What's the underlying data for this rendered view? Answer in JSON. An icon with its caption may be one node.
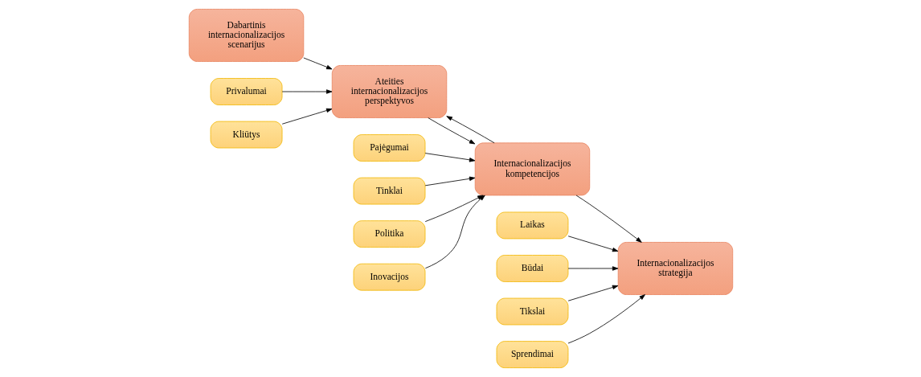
{
  "diagram": {
    "nodes": [
      {
        "text": [
          "Dabartinis internacionalizacijos scenarijus"
        ]
      },
      {
        "text": [
          "Privalumai"
        ]
      },
      {
        "text": [
          "Kliūtys"
        ]
      },
      {
        "text": [
          "Ateities internacionalizacijos perspektyvos"
        ]
      },
      {
        "text": [
          "Pajėgumai"
        ]
      },
      {
        "text": [
          "Tinklai"
        ]
      },
      {
        "text": [
          "Internacionalizacijos kompetencijos"
        ]
      },
      {
        "text": [
          "Politika"
        ]
      },
      {
        "text": [
          "Inovacijos"
        ]
      },
      {
        "text": [
          "Internacionalizacijos strategija"
        ]
      },
      {
        "text": [
          "Laikas"
        ]
      },
      {
        "text": [
          "Būdai"
        ]
      },
      {
        "text": [
          "Tikslai"
        ]
      },
      {
        "text": [
          "Sprendimai"
        ]
      }
    ],
    "edges": [
      {
        "from": 0,
        "to": 3,
        "arrow": "to"
      },
      {
        "from": 1,
        "to": 3,
        "arrow": "to"
      },
      {
        "from": 2,
        "to": 3,
        "arrow": "to"
      },
      {
        "from": 3,
        "to": 6,
        "arrow": "to"
      },
      {
        "from": 6,
        "to": 3,
        "arrow": "to"
      },
      {
        "from": 4,
        "to": 6,
        "arrow": "to"
      },
      {
        "from": 5,
        "to": 6,
        "arrow": "to"
      },
      {
        "from": 7,
        "to": 6,
        "arrow": "to"
      },
      {
        "from": 8,
        "to": 6,
        "arrow": "to"
      },
      {
        "from": 6,
        "to": 9,
        "arrow": "to"
      },
      {
        "from": 10,
        "to": 9,
        "arrow": "to"
      },
      {
        "from": 11,
        "to": 9,
        "arrow": "to"
      },
      {
        "from": 12,
        "to": 9,
        "arrow": "to"
      },
      {
        "from": 13,
        "to": 9,
        "arrow": "to"
      }
    ]
  }
}
